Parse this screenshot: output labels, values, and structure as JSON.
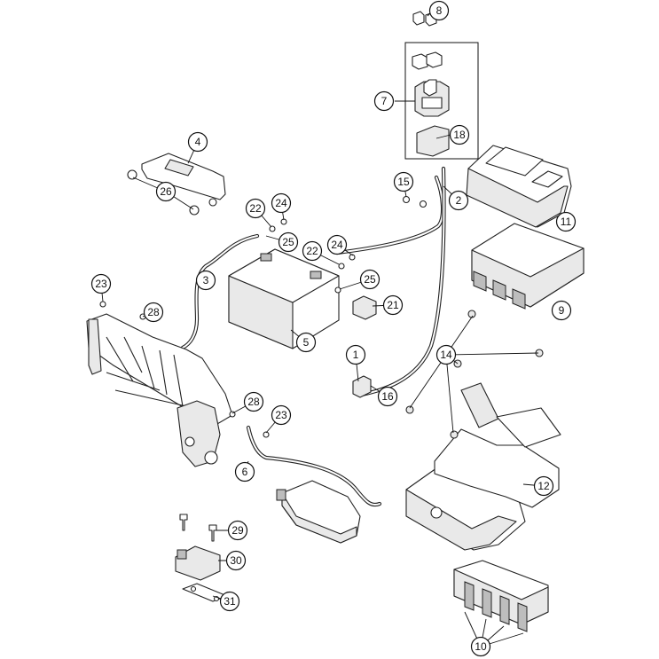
{
  "callouts": [
    {
      "id": "c1",
      "label": "1"
    },
    {
      "id": "c2",
      "label": "2"
    },
    {
      "id": "c3",
      "label": "3"
    },
    {
      "id": "c4",
      "label": "4"
    },
    {
      "id": "c5",
      "label": "5"
    },
    {
      "id": "c6",
      "label": "6"
    },
    {
      "id": "c7",
      "label": "7"
    },
    {
      "id": "c8",
      "label": "8"
    },
    {
      "id": "c9",
      "label": "9"
    },
    {
      "id": "c10",
      "label": "10"
    },
    {
      "id": "c11",
      "label": "11"
    },
    {
      "id": "c12",
      "label": "12"
    },
    {
      "id": "c14",
      "label": "14"
    },
    {
      "id": "c15",
      "label": "15"
    },
    {
      "id": "c16",
      "label": "16"
    },
    {
      "id": "c18",
      "label": "18"
    },
    {
      "id": "c21",
      "label": "21"
    },
    {
      "id": "c22a",
      "label": "22"
    },
    {
      "id": "c22b",
      "label": "22"
    },
    {
      "id": "c23a",
      "label": "23"
    },
    {
      "id": "c23b",
      "label": "23"
    },
    {
      "id": "c24a",
      "label": "24"
    },
    {
      "id": "c24b",
      "label": "24"
    },
    {
      "id": "c25a",
      "label": "25"
    },
    {
      "id": "c25b",
      "label": "25"
    },
    {
      "id": "c26",
      "label": "26"
    },
    {
      "id": "c28a",
      "label": "28"
    },
    {
      "id": "c28b",
      "label": "28"
    },
    {
      "id": "c29",
      "label": "29"
    },
    {
      "id": "c30",
      "label": "30"
    },
    {
      "id": "c31",
      "label": "31"
    }
  ]
}
